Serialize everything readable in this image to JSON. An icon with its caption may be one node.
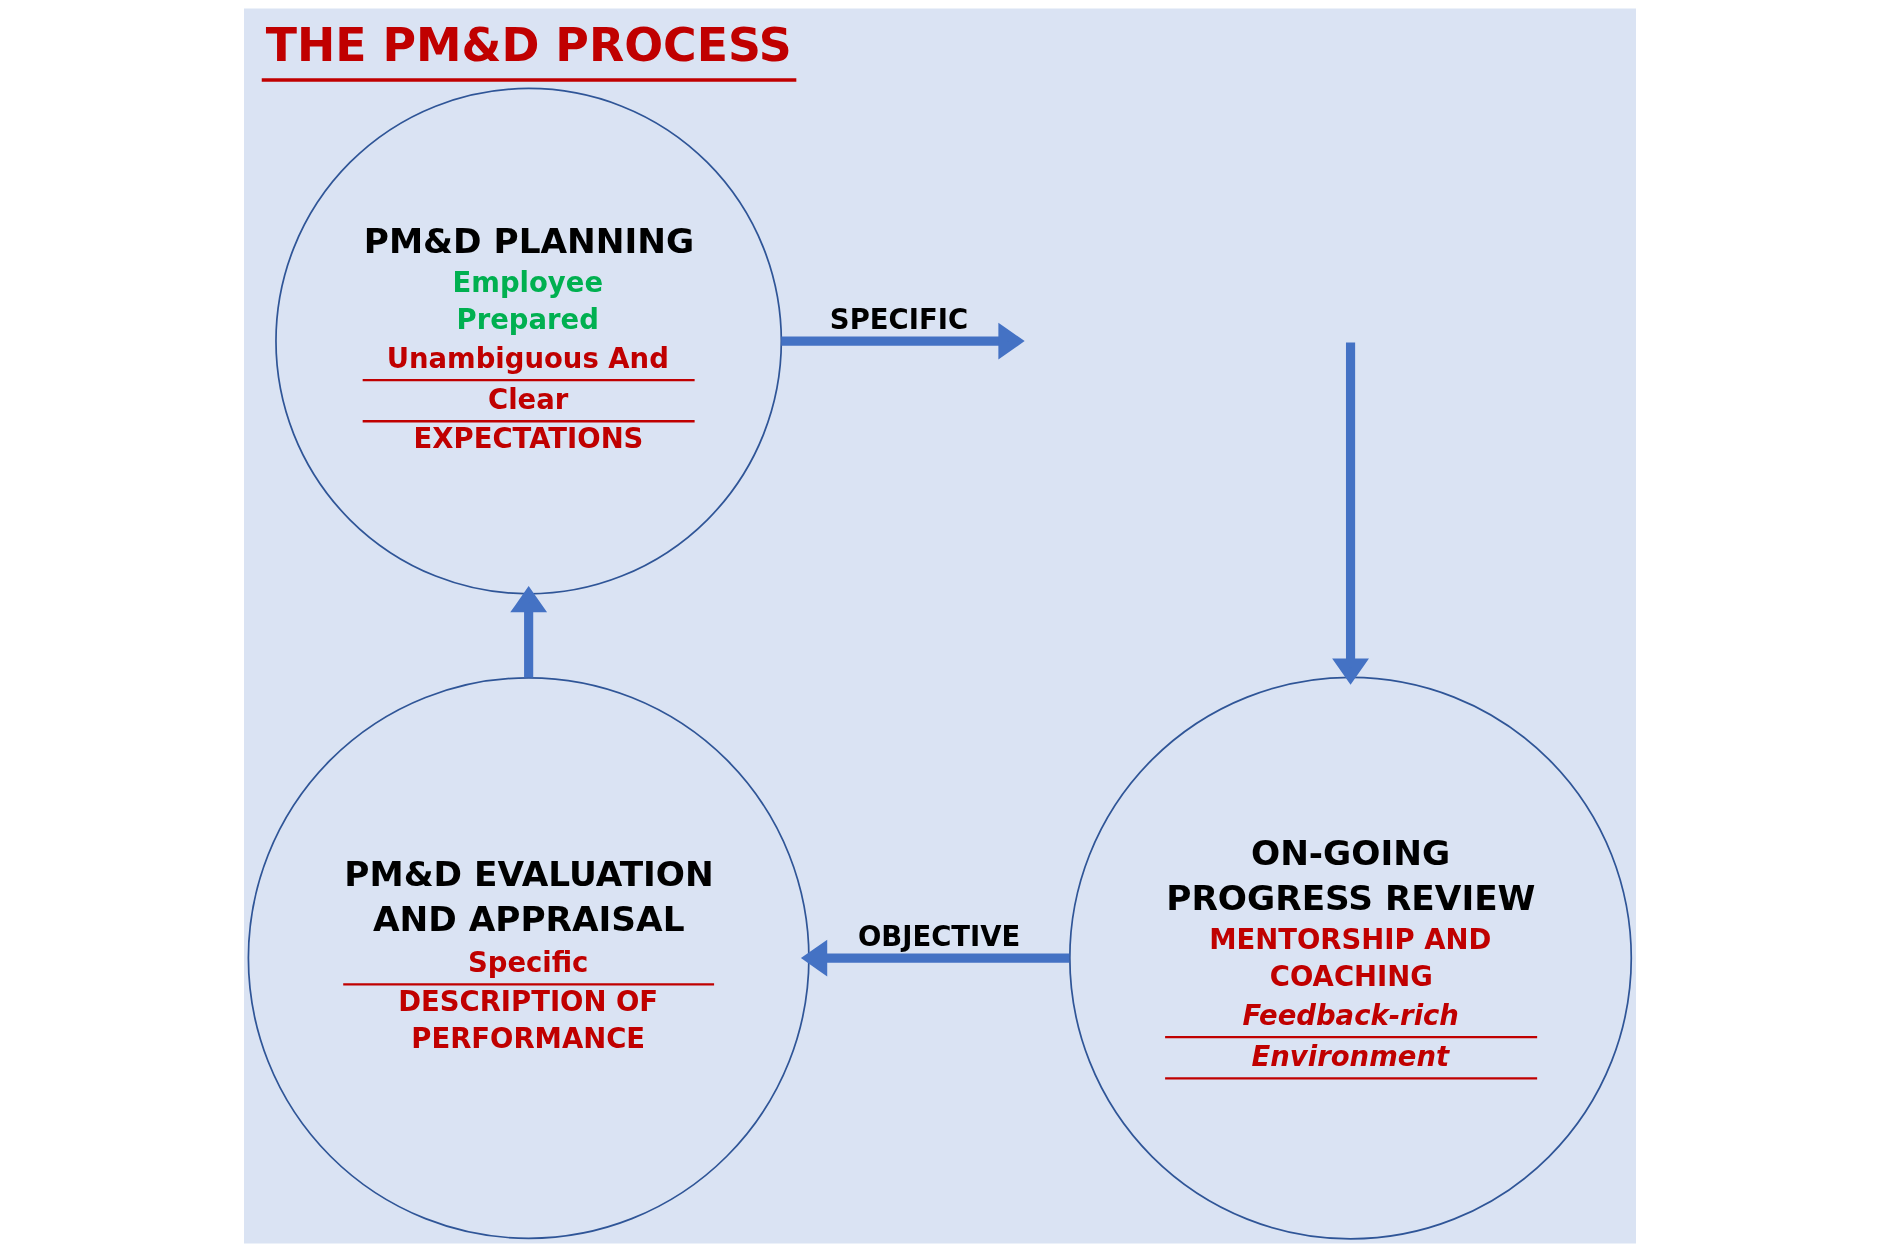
{
  "diagram": {
    "title": "THE PM&D PROCESS",
    "nodes": [
      {
        "text": [
          "PM&D PLANNING",
          "Employee Prepared",
          "Unambiguous And Clear",
          "EXPECTATIONS"
        ]
      },
      {
        "text": [
          "ON-GOING PROGRESS REVIEW",
          "MENTORSHIP AND COACHING",
          "Feedback-rich Environment"
        ]
      },
      {
        "text": [
          "PM&D EVALUATION AND APPRAISAL",
          "Specific",
          "DESCRIPTION OF PERFORMANCE"
        ]
      }
    ],
    "edges": [
      {
        "from": 0,
        "to": null,
        "arrow": "to",
        "label": "SPECIFIC"
      },
      {
        "from": null,
        "to": 1,
        "arrow": "to"
      },
      {
        "from": 1,
        "to": 2,
        "arrow": "to",
        "label": "OBJECTIVE"
      },
      {
        "from": 2,
        "to": 0,
        "arrow": "to"
      }
    ]
  }
}
